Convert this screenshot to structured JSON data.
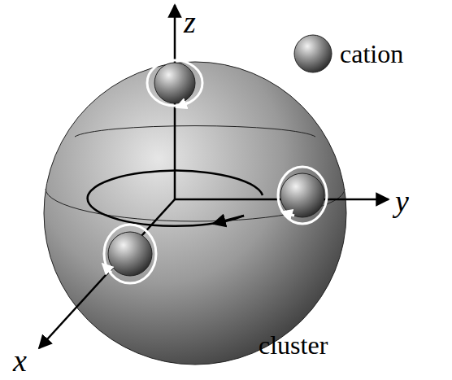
{
  "diagram": {
    "labels": [
      "z",
      "y",
      "x",
      "cluster"
    ],
    "legend": [
      {
        "text": "cation"
      }
    ]
  }
}
